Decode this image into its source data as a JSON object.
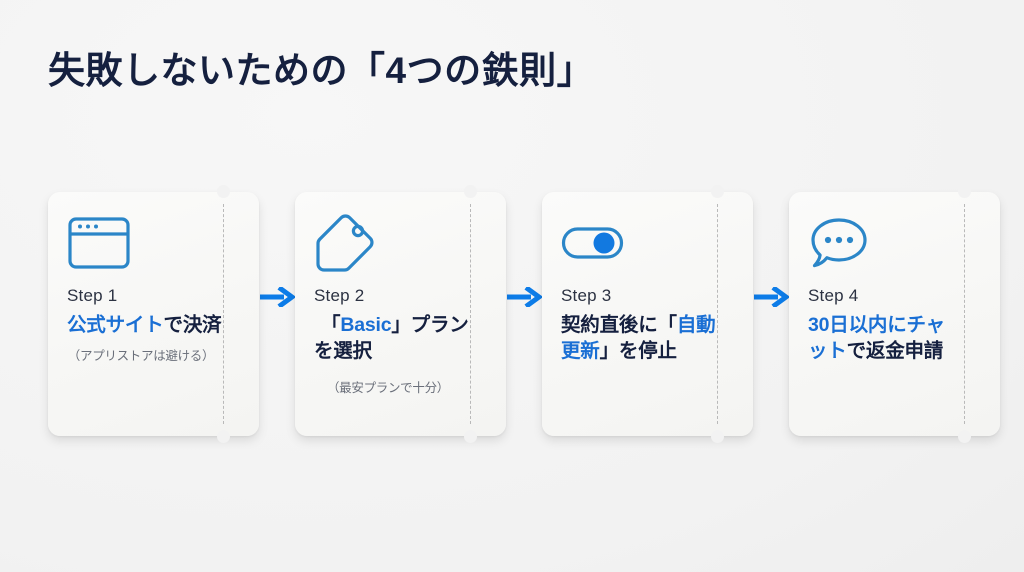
{
  "slide": {
    "title": "失敗しないための「4つの鉄則」",
    "background_color": "#f2f2f2",
    "title_color": "#15203f",
    "accent_blue": "#1a6fd4",
    "icon_blue": "#2b86c8",
    "arrow_blue": "#0d7ce8",
    "subnote_color": "#6a6f7a"
  },
  "arrow": {
    "icon": "arrow-right-icon"
  },
  "cards": [
    {
      "icon": "browser-window-icon",
      "step_label": "Step 1",
      "headline_highlight": "公式サイト",
      "headline_rest": "で決済",
      "headline_line2_highlight": "",
      "headline_line2_rest": "",
      "subnote": "（アプリストアは避ける）"
    },
    {
      "icon": "price-tag-icon",
      "step_label": "Step 2",
      "headline_prefix": "「",
      "headline_highlight": "Basic",
      "headline_rest": "」プラン",
      "headline_line2_highlight": "",
      "headline_line2_rest": "を選択",
      "subnote": "（最安プランで十分）"
    },
    {
      "icon": "toggle-switch-icon",
      "step_label": "Step 3",
      "headline_prefix": "契約直後に「",
      "headline_highlight": "自動",
      "headline_rest": "",
      "headline_line2_highlight": "更新",
      "headline_line2_rest": "」を停止",
      "subnote": ""
    },
    {
      "icon": "chat-bubble-icon",
      "step_label": "Step 4",
      "headline_highlight": "30日以内にチャ",
      "headline_rest": "",
      "headline_line2_highlight": "ット",
      "headline_line2_rest": "で返金申請",
      "subnote": ""
    }
  ]
}
